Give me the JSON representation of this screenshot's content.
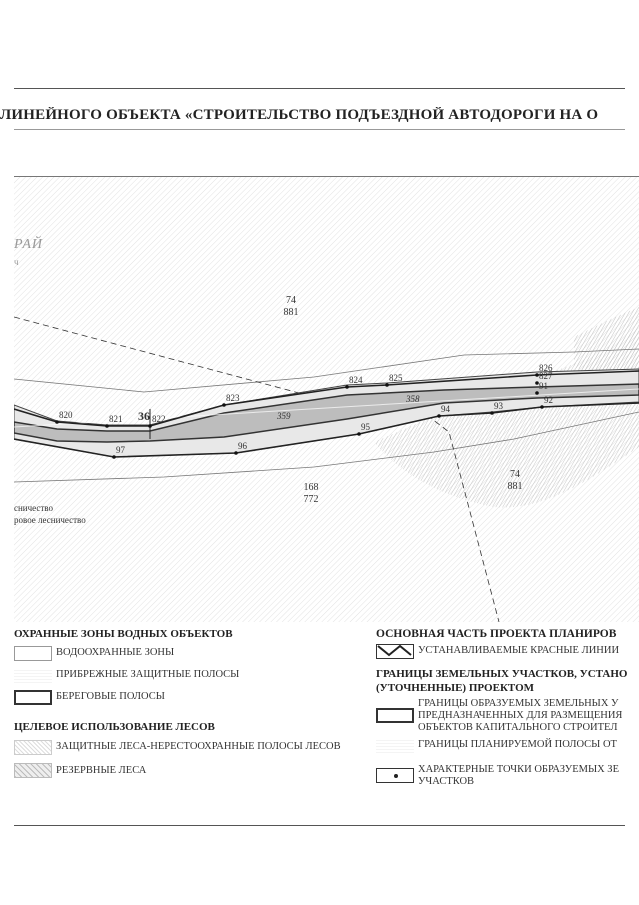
{
  "header": {
    "title": "ЛИНЕЙНОГО ОБЪЕКТА «СТРОИТЕЛЬСТВО ПОДЪЕЗДНОЙ АВТОДОРОГИ НА О"
  },
  "map": {
    "place_name": "РАЙ",
    "place_sub": "ч",
    "parcel_a": {
      "top": "74",
      "bottom": "881"
    },
    "parcel_b": {
      "top": "74",
      "bottom": "881"
    },
    "parcel_c": {
      "top": "168",
      "bottom": "772"
    },
    "forestry_1": "сничество",
    "forestry_2": "ровое лесничество",
    "road_label_a": "36",
    "road_label_b": "359",
    "road_label_c": "358",
    "upper_points": [
      "820",
      "821",
      "822",
      "823",
      "824",
      "825",
      "826",
      "827"
    ],
    "lower_points": [
      "97",
      "96",
      "95",
      "94",
      "93",
      "92",
      "91"
    ]
  },
  "legend_left": {
    "heading_water": "ОХРАННЫЕ ЗОНЫ ВОДНЫХ ОБЪЕКТОВ",
    "water_items": [
      "ВОДООХРАННЫЕ ЗОНЫ",
      "ПРИБРЕЖНЫЕ ЗАЩИТНЫЕ ПОЛОСЫ",
      "БЕРЕГОВЫЕ ПОЛОСЫ"
    ],
    "heading_forest": "ЦЕЛЕВОЕ ИСПОЛЬЗОВАНИЕ ЛЕСОВ",
    "forest_items": [
      "ЗАЩИТНЫЕ ЛЕСА-НЕРЕСТООХРАННЫЕ ПОЛОСЫ ЛЕСОВ",
      "РЕЗЕРВНЫЕ ЛЕСА"
    ]
  },
  "legend_right": {
    "heading_main": "ОСНОВНАЯ ЧАСТЬ ПРОЕКТА ПЛАНИРОВ",
    "red_lines": "УСТАНАВЛИВАЕМЫЕ КРАСНЫЕ ЛИНИИ",
    "heading_parcels_1": "ГРАНИЦЫ ЗЕМЕЛЬНЫХ УЧАСТКОВ, УСТАНО",
    "heading_parcels_2": "(УТОЧНЕННЫЕ) ПРОЕКТОМ",
    "parcel_bounds_1": "ГРАНИЦЫ ОБРАЗУЕМЫХ ЗЕМЕЛЬНЫХ У",
    "parcel_bounds_2": "ПРЕДНАЗНАЧЕННЫХ ДЛЯ РАЗМЕЩЕНИЯ",
    "parcel_bounds_3": "ОБЪЕКТОВ КАПИТАЛЬНОГО СТРОИТЕЛ",
    "strip_bounds": "ГРАНИЦЫ ПЛАНИРУЕМОЙ ПОЛОСЫ ОТ",
    "points_1": "ХАРАКТЕРНЫЕ ТОЧКИ ОБРАЗУЕМЫХ ЗЕ",
    "points_2": "УЧАСТКОВ"
  },
  "colors": {
    "ink": "#222222",
    "road_fill": "#bdbdbd",
    "hatch": "#cfcfcf"
  }
}
